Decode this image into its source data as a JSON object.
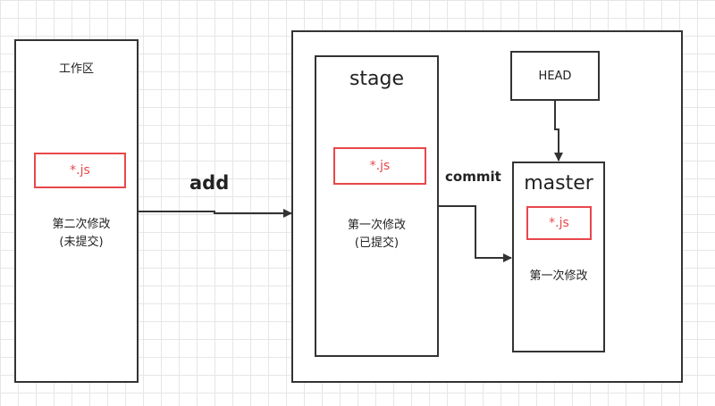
{
  "workspace": {
    "title": "工作区",
    "file": "*.js",
    "desc_line1": "第二次修改",
    "desc_line2": "(未提交)"
  },
  "stage": {
    "title": "stage",
    "file": "*.js",
    "desc_line1": "第一次修改",
    "desc_line2": "(已提交)"
  },
  "head": {
    "label": "HEAD"
  },
  "master": {
    "title": "master",
    "file": "*.js",
    "desc": "第一次修改"
  },
  "arrows": {
    "add": "add",
    "commit": "commit"
  }
}
